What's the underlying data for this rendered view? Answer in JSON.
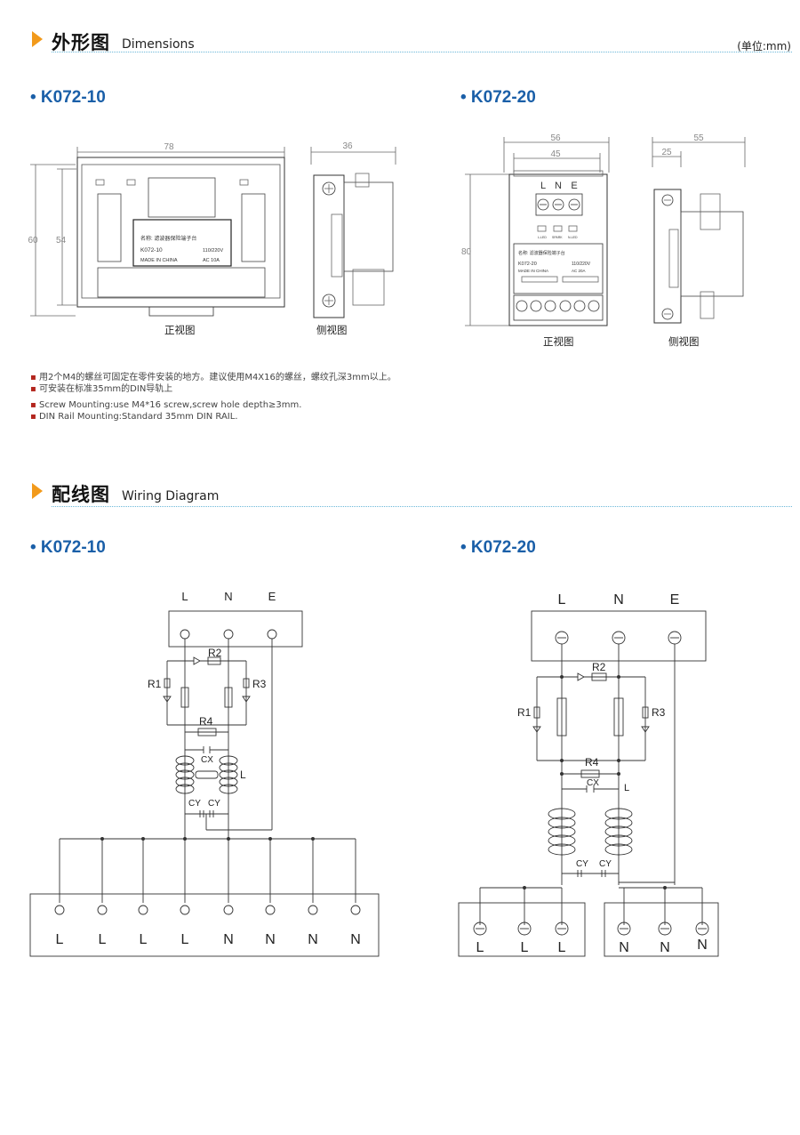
{
  "dimensions_section": {
    "title_cn": "外形图",
    "title_en": "Dimensions",
    "unit": "(单位:mm)",
    "models": [
      {
        "name": "• K072-10",
        "front": {
          "width": "78",
          "height_outer": "60",
          "height_inner": "54",
          "label_name": "名称: 滤波器保险端子台",
          "label_model": "K072-10",
          "label_voltage": "110/220V",
          "label_made": "MADE   IN   CHINA",
          "label_current": "AC   10A"
        },
        "side": {
          "width": "36"
        },
        "front_caption": "正视图",
        "side_caption": "侧视图"
      },
      {
        "name": "• K072-20",
        "front": {
          "width_outer": "56",
          "width_inner": "45",
          "height": "80",
          "terminals": [
            "L",
            "N",
            "E"
          ],
          "led_labels": [
            "L-LED",
            "SPARK",
            "N-LED"
          ],
          "label_name": "名称: 滤波器保险端子台",
          "label_model": "K072-20",
          "label_voltage": "110/220V",
          "label_made": "MADE   IN   CHINA",
          "label_current": "AC   20A"
        },
        "side": {
          "width_outer": "55",
          "width_inner": "25"
        },
        "front_caption": "正视图",
        "side_caption": "侧视图"
      }
    ],
    "notes": [
      "用2个M4的螺丝可固定在零件安装的地方。建议使用M4X16的螺丝，螺纹孔深3mm以上。",
      "可安装在标准35mm的DIN导轨上",
      "Screw Mounting:use M4*16 screw,screw hole depth≥3mm.",
      "DIN Rail Mounting:Standard 35mm DIN RAIL."
    ]
  },
  "wiring_section": {
    "title_cn": "配线图",
    "title_en": "Wiring Diagram",
    "models": [
      {
        "name": "• K072-10",
        "inputs": [
          "L",
          "N",
          "E"
        ],
        "components": {
          "r1": "R1",
          "r2": "R2",
          "r3": "R3",
          "r4": "R4",
          "cx": "CX",
          "cy": "CY",
          "inductor": "L"
        },
        "outputs": [
          "L",
          "L",
          "L",
          "L",
          "N",
          "N",
          "N",
          "N"
        ]
      },
      {
        "name": "• K072-20",
        "inputs": [
          "L",
          "N",
          "E"
        ],
        "components": {
          "r1": "R1",
          "r2": "R2",
          "r3": "R3",
          "r4": "R4",
          "cx": "CX",
          "cy": "CY",
          "inductor": "L"
        },
        "outputs_l": [
          "L",
          "L",
          "L"
        ],
        "outputs_n": [
          "N",
          "N",
          "N"
        ]
      }
    ]
  },
  "colors": {
    "accent": "#f29a1b",
    "model_title": "#1a5fa8",
    "dotted_rule": "#6bb8d9"
  }
}
